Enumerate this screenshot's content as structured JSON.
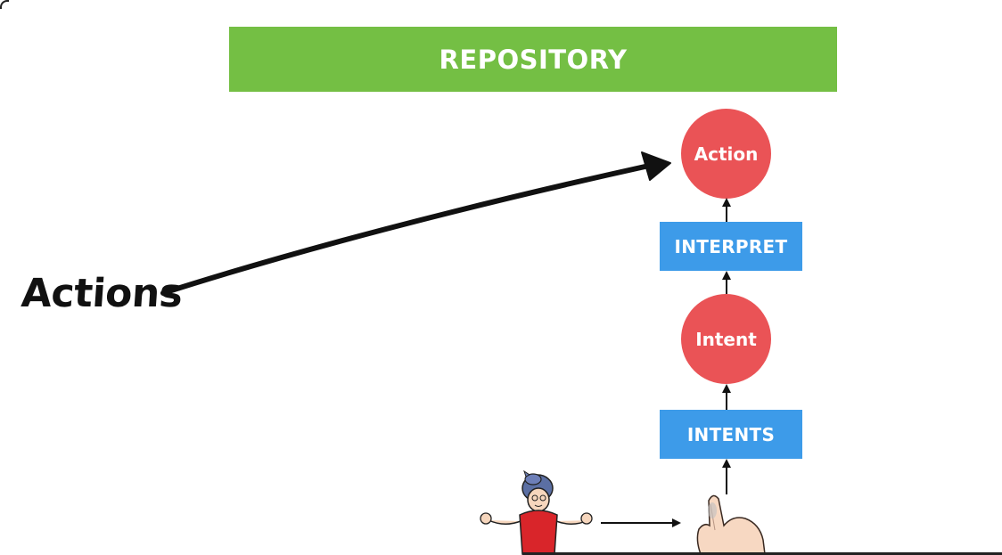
{
  "repository": {
    "label": "REPOSITORY"
  },
  "nodes": {
    "action": "Action",
    "interpret": "INTERPRET",
    "intent": "Intent",
    "intents": "INTENTS"
  },
  "actions_label": "Actions",
  "colors": {
    "repository": "#74bf44",
    "circle": "#ea5356",
    "box": "#3d9be9"
  },
  "icons": {
    "user": "meditating-person-icon",
    "tap": "pointing-hand-icon"
  }
}
